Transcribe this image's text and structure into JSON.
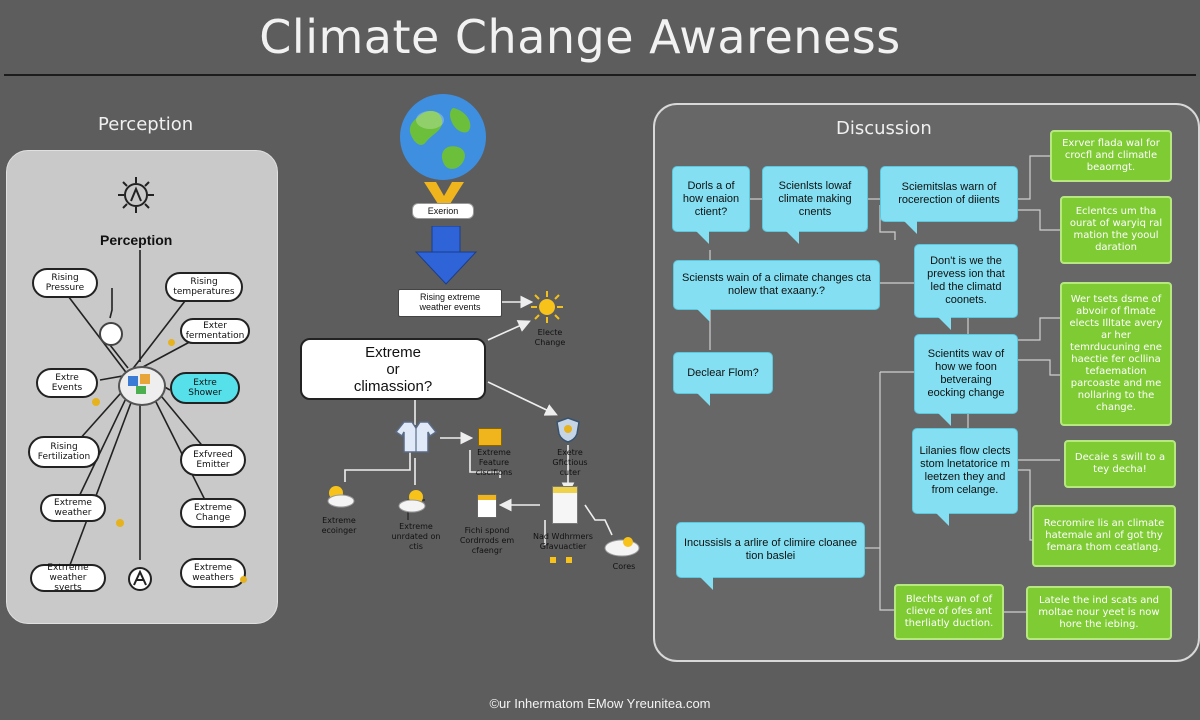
{
  "header": {
    "title": "Climate Change Awareness"
  },
  "perception": {
    "section_label": "Perception",
    "inner_title": "Perception",
    "nodes": [
      "Rising Pressure",
      "Rising temperatures",
      "Exter fermentation",
      "Extre Events",
      "Extre Shower",
      "Rising Fertilization",
      "Extreme weather",
      "Extrreme weather sverts",
      "Extreme Change",
      "Exfvreed Emitter",
      "Extreme weathers"
    ]
  },
  "flow": {
    "top_tag": "Exerion",
    "box_rising": "Rising extreme weather events",
    "sun_label": "Electe Change",
    "center_box_line1": "Extreme",
    "center_box_line2": "or",
    "center_box_line3": "climassion?",
    "labels": {
      "l1": "Extreme ecoinger",
      "l2": "Extreme unrdated on ctis",
      "l3": "Extreme Feature cisclfions",
      "l4": "Fichi spond Cordrrods em cfaengr",
      "l5": "Exetre Gfictious cuter",
      "l6": "Nad Wdhrmers Gfavuactier",
      "l7": "Cores"
    }
  },
  "discussion": {
    "section_label": "Discussion",
    "bubbles": {
      "b1": "Dorls a of how enaion ctient?",
      "b2": "Scienlsts lowaf climate making cnents",
      "b3": "Sciemitslas warn of rocerection of diients",
      "b4": "Sciensts wain of a climate changes cta nolew that exaany.?",
      "b5": "Don't is we the prevess ion that led the climatd coonets.",
      "b6": "Declear Flom?",
      "b7": "Scientits wav of how we foon betveraing eocking change",
      "b8": "Lilanies flow clects stom lnetatorice m leetzen they and from celange.",
      "b9": "Incussisls a arlire of climire cloanee tion baslei"
    },
    "green": {
      "g1": "Exrver flada wal for crocfl and climatle beaorngt.",
      "g2": "Eclentcs um tha ourat of waryiq ral mation the yooul daration",
      "g3": "Wer tsets dsme of abvoir of flmate elects Illtate avery ar her temrducuning ene haectie fer ocllina tefaemation parcoaste and me nollaring to the change.",
      "g4": "Decaie s swill to a tey decha!",
      "g5": "Recromire lis an climate hatemale anl of got thy femara thom ceatlang.",
      "g6": "Blechts wan of of clieve of ofes ant therliatly duction.",
      "g7": "Latele the ind scats and moltae nour yeet is now hore the iebing."
    }
  },
  "footer": {
    "text": "©ur Inhermatom EMow Yreunitea.com"
  },
  "colors": {
    "background": "#5d5d5d",
    "bubble": "#83dff1",
    "green": "#7fcb34",
    "arrow_blue": "#2f63d8"
  }
}
